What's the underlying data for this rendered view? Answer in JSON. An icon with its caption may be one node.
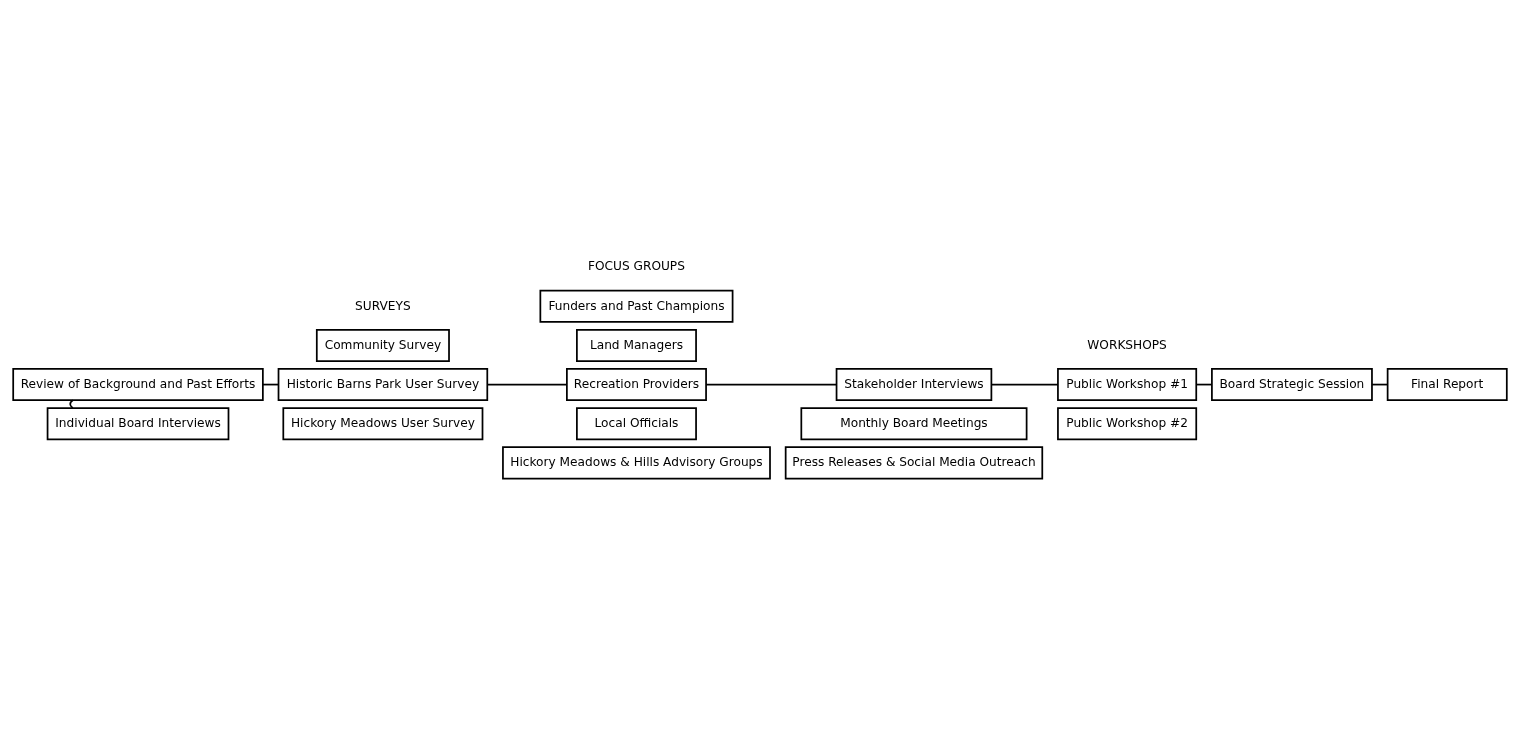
{
  "diagram": {
    "nodes": [
      {
        "text": [
          "Review of Background and Past Efforts"
        ]
      },
      {
        "text": [
          "Individual Board Interviews"
        ]
      },
      {
        "text": [
          "Community Survey"
        ]
      },
      {
        "text": [
          "Historic Barns Park User Survey"
        ]
      },
      {
        "text": [
          "Hickory Meadows User Survey"
        ]
      },
      {
        "text": [
          "Funders and Past Champions"
        ]
      },
      {
        "text": [
          "Land Managers"
        ]
      },
      {
        "text": [
          "Recreation Providers"
        ]
      },
      {
        "text": [
          "Local Officials"
        ]
      },
      {
        "text": [
          "Hickory Meadows & Hills Advisory Groups"
        ]
      },
      {
        "text": [
          "Stakeholder Interviews"
        ]
      },
      {
        "text": [
          "Public Workshop #1"
        ]
      },
      {
        "text": [
          "Public Workshop #2"
        ]
      },
      {
        "text": [
          "Board Strategic Session"
        ]
      },
      {
        "text": [
          "Final Report"
        ]
      },
      {
        "text": [
          "Monthly Board Meetings"
        ]
      },
      {
        "text": [
          "Press Releases & Social Media Outreach"
        ]
      }
    ],
    "edges": [
      {
        "from": 0,
        "to": 1,
        "arrow": "none"
      },
      {
        "from": 0,
        "to": 3,
        "arrow": "none"
      },
      {
        "from": 3,
        "to": 7,
        "arrow": "none"
      },
      {
        "from": 7,
        "to": 10,
        "arrow": "none"
      },
      {
        "from": 10,
        "to": 11,
        "arrow": "none"
      },
      {
        "from": 11,
        "to": 13,
        "arrow": "none"
      },
      {
        "from": 13,
        "to": 14,
        "arrow": "none"
      }
    ],
    "labels": [
      "FOCUS GROUPS",
      "SURVEYS",
      "WORKSHOPS"
    ]
  }
}
